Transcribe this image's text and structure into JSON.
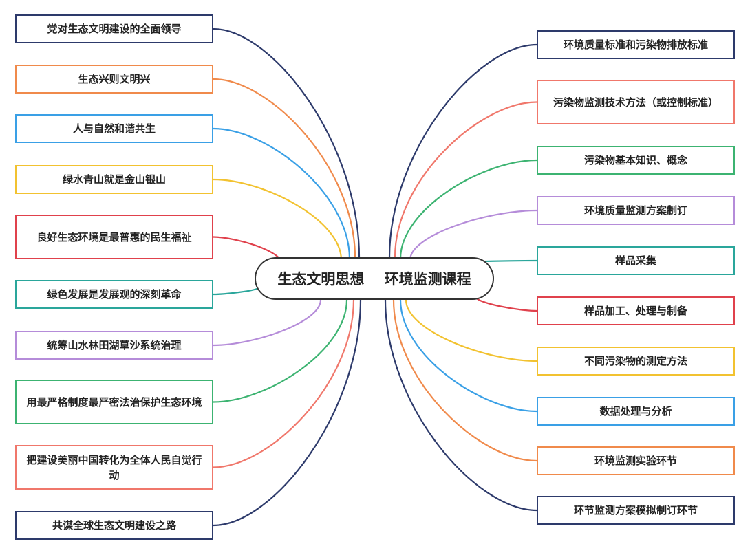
{
  "center": {
    "label": "生态文明思想    环境监测课程"
  },
  "left_nodes": [
    {
      "label": "党对生态文明建设的全面领导",
      "color": "#2d3a6b"
    },
    {
      "label": "生态兴则文明兴",
      "color": "#f08a4b"
    },
    {
      "label": "人与自然和谐共生",
      "color": "#3aa0e6"
    },
    {
      "label": "绿水青山就是金山银山",
      "color": "#f2c230"
    },
    {
      "label": "良好生态环境是最普惠的民生福祉",
      "color": "#e0414c"
    },
    {
      "label": "绿色发展是发展观的深刻革命",
      "color": "#2aa69b"
    },
    {
      "label": "统筹山水林田湖草沙系统治理",
      "color": "#b58cd9"
    },
    {
      "label": "用最严格制度最严密法治保护生态环境",
      "color": "#3cb371"
    },
    {
      "label": "把建设美丽中国转化为全体人民自觉行动",
      "color": "#f0776b"
    },
    {
      "label": "共谋全球生态文明建设之路",
      "color": "#2d3a6b"
    }
  ],
  "right_nodes": [
    {
      "label": "环境质量标准和污染物排放标准",
      "color": "#2d3a6b"
    },
    {
      "label": "污染物监测技术方法（或控制标准）",
      "color": "#f0776b"
    },
    {
      "label": "污染物基本知识、概念",
      "color": "#3cb371"
    },
    {
      "label": "环境质量监测方案制订",
      "color": "#b58cd9"
    },
    {
      "label": "样品采集",
      "color": "#2aa69b"
    },
    {
      "label": "样品加工、处理与制备",
      "color": "#e0414c"
    },
    {
      "label": "不同污染物的测定方法",
      "color": "#f2c230"
    },
    {
      "label": "数据处理与分析",
      "color": "#3aa0e6"
    },
    {
      "label": "环境监测实验环节",
      "color": "#f08a4b"
    },
    {
      "label": "环节监测方案模拟制订环节",
      "color": "#2d3a6b"
    }
  ]
}
